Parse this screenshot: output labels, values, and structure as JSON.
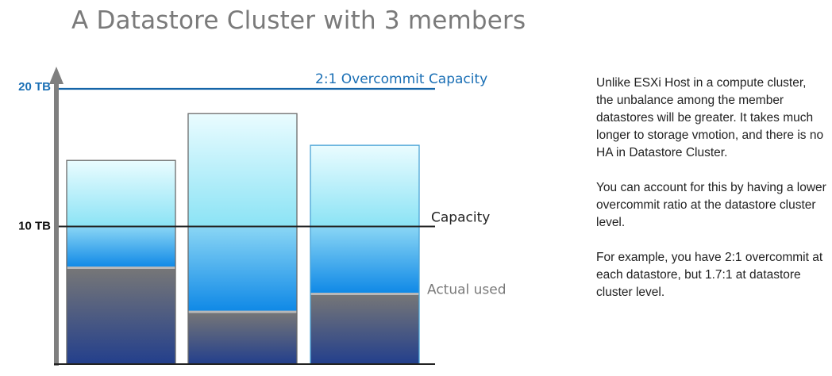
{
  "title": "A Datastore Cluster with 3 members",
  "labels": {
    "y_top": "20 TB",
    "y_mid": "10 TB",
    "overcommit": "2:1 Overcommit Capacity",
    "capacity": "Capacity",
    "actual_used": "Actual used"
  },
  "y_scale_tb": {
    "min": 0,
    "capacity": 10,
    "max": 20
  },
  "datastores": [
    {
      "provisioned_tb": 14.8,
      "used_tb": 7.0
    },
    {
      "provisioned_tb": 18.2,
      "used_tb": 3.8
    },
    {
      "provisioned_tb": 15.9,
      "used_tb": 5.1
    }
  ],
  "colors": {
    "title": "#7a7a7a",
    "blue_line": "#1565a8",
    "blue_text": "#1a6fb5",
    "axis": "#7f7f7f",
    "capacity_line": "#222222",
    "used_top": "#777777",
    "used_bottom": "#233f8c",
    "cap_top": "#8ad6f5",
    "cap_bottom": "#0e88e6",
    "over_top": "#e8fbff",
    "over_bottom": "#8be3f5"
  },
  "side_text": [
    "Unlike ESXi Host in a compute cluster, the unbalance among the member datastores will be greater. It takes much longer to storage vmotion, and there is no HA in Datastore Cluster.",
    "You can account for this by having a lower overcommit ratio at the datastore cluster level.",
    "For example, you have 2:1 overcommit at each datastore, but 1.7:1 at datastore cluster level."
  ]
}
